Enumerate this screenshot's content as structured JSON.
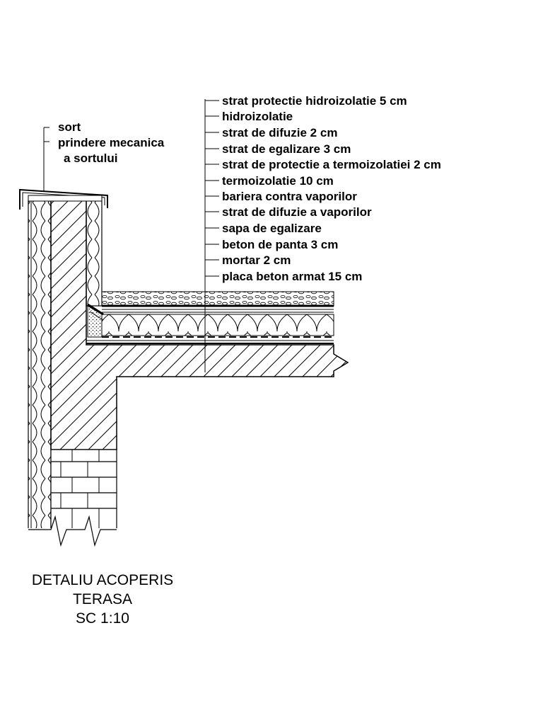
{
  "colors": {
    "ink": "#000000",
    "paper": "#ffffff"
  },
  "left_labels": [
    "sort",
    "prindere mecanica",
    "a sortului"
  ],
  "layer_labels": [
    "strat protectie hidroizolatie 5 cm",
    "hidroizolatie",
    "strat de difuzie 2 cm",
    "strat de egalizare 3 cm",
    "strat de protectie a termoizolatiei 2 cm",
    "termoizolatie 10 cm",
    "bariera contra vaporilor",
    "strat de difuzie a vaporilor",
    "sapa de egalizare",
    "beton de panta 3 cm",
    "mortar 2 cm",
    "placa beton armat 15 cm"
  ],
  "title": {
    "line1": "DETALIU ACOPERIS",
    "line2": "TERASA",
    "line3": "SC 1:10"
  }
}
